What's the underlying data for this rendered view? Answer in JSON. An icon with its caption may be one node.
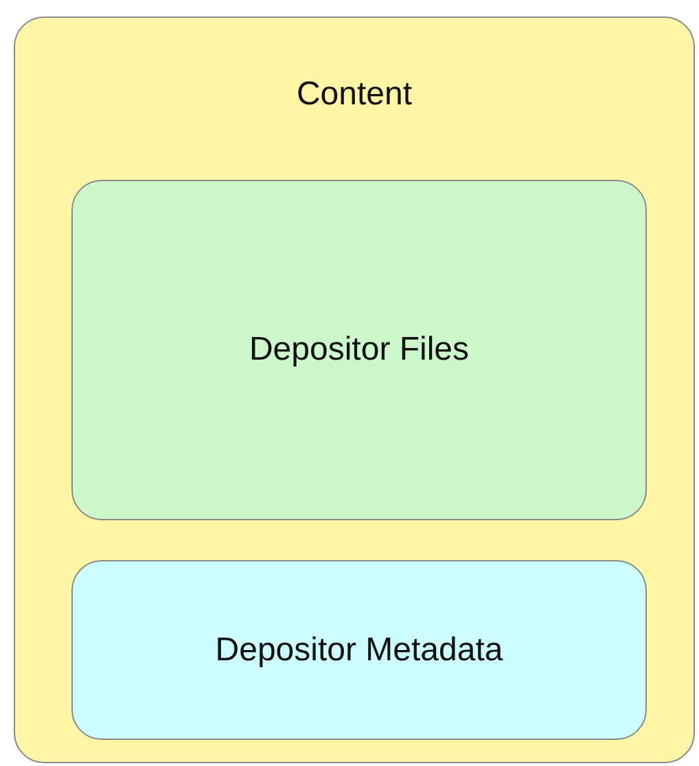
{
  "diagram": {
    "nodes": [
      {
        "text": [
          "Content"
        ]
      },
      {
        "text": [
          "Depositor Files"
        ],
        "in": 0
      },
      {
        "text": [
          "Depositor Metadata"
        ],
        "in": 0
      }
    ]
  }
}
